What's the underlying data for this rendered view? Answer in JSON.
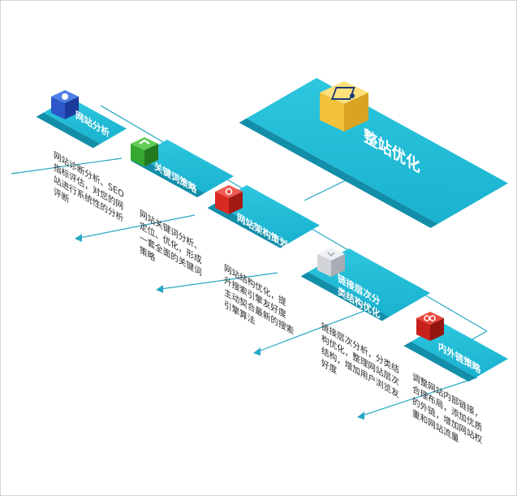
{
  "title": "整站优化",
  "colors": {
    "plank": "#1fb8d3",
    "plank_side": "#138ea9",
    "connector": "#2aa7c4",
    "text": "#2b2b2b"
  },
  "steps": [
    {
      "label": "网站分析",
      "icon": "analysis-cube-icon",
      "cube_color": "#2c56c9",
      "desc_lines": [
        "网站诊断分析、SEO",
        "指标评估，对您的网",
        "站进行系统性的分析",
        "评断"
      ]
    },
    {
      "label": "关键词策略",
      "icon": "keyword-cube-icon",
      "cube_color": "#35a92f",
      "desc_lines": [
        "网站关键词分析、",
        "定位、优化，形成",
        "一套全面的关键词",
        "策略"
      ]
    },
    {
      "label": "网站架构策划",
      "icon": "architecture-cube-icon",
      "cube_color": "#d92a22",
      "desc_lines": [
        "网站结构优化，提",
        "升搜索引擎友好度",
        "主动契合最新的搜索",
        "引擎算法"
      ]
    },
    {
      "label": "链接层次分类结构优化",
      "label_lines": [
        "链接层次分",
        "类结构优化"
      ],
      "icon": "link-structure-cube-icon",
      "cube_color": "#d2d4da",
      "desc_lines": [
        "链接层次分析，分类结",
        "构优化，整理网站层次",
        "结构，增加用户浏览友",
        "好度"
      ]
    },
    {
      "label": "内外链策略",
      "icon": "link-chain-cube-icon",
      "cube_color": "#c8201b",
      "desc_lines": [
        "调整网站内部链接，",
        "合理布局，添加优质",
        "的外链，增加网站权",
        "重和网站流量"
      ]
    }
  ]
}
